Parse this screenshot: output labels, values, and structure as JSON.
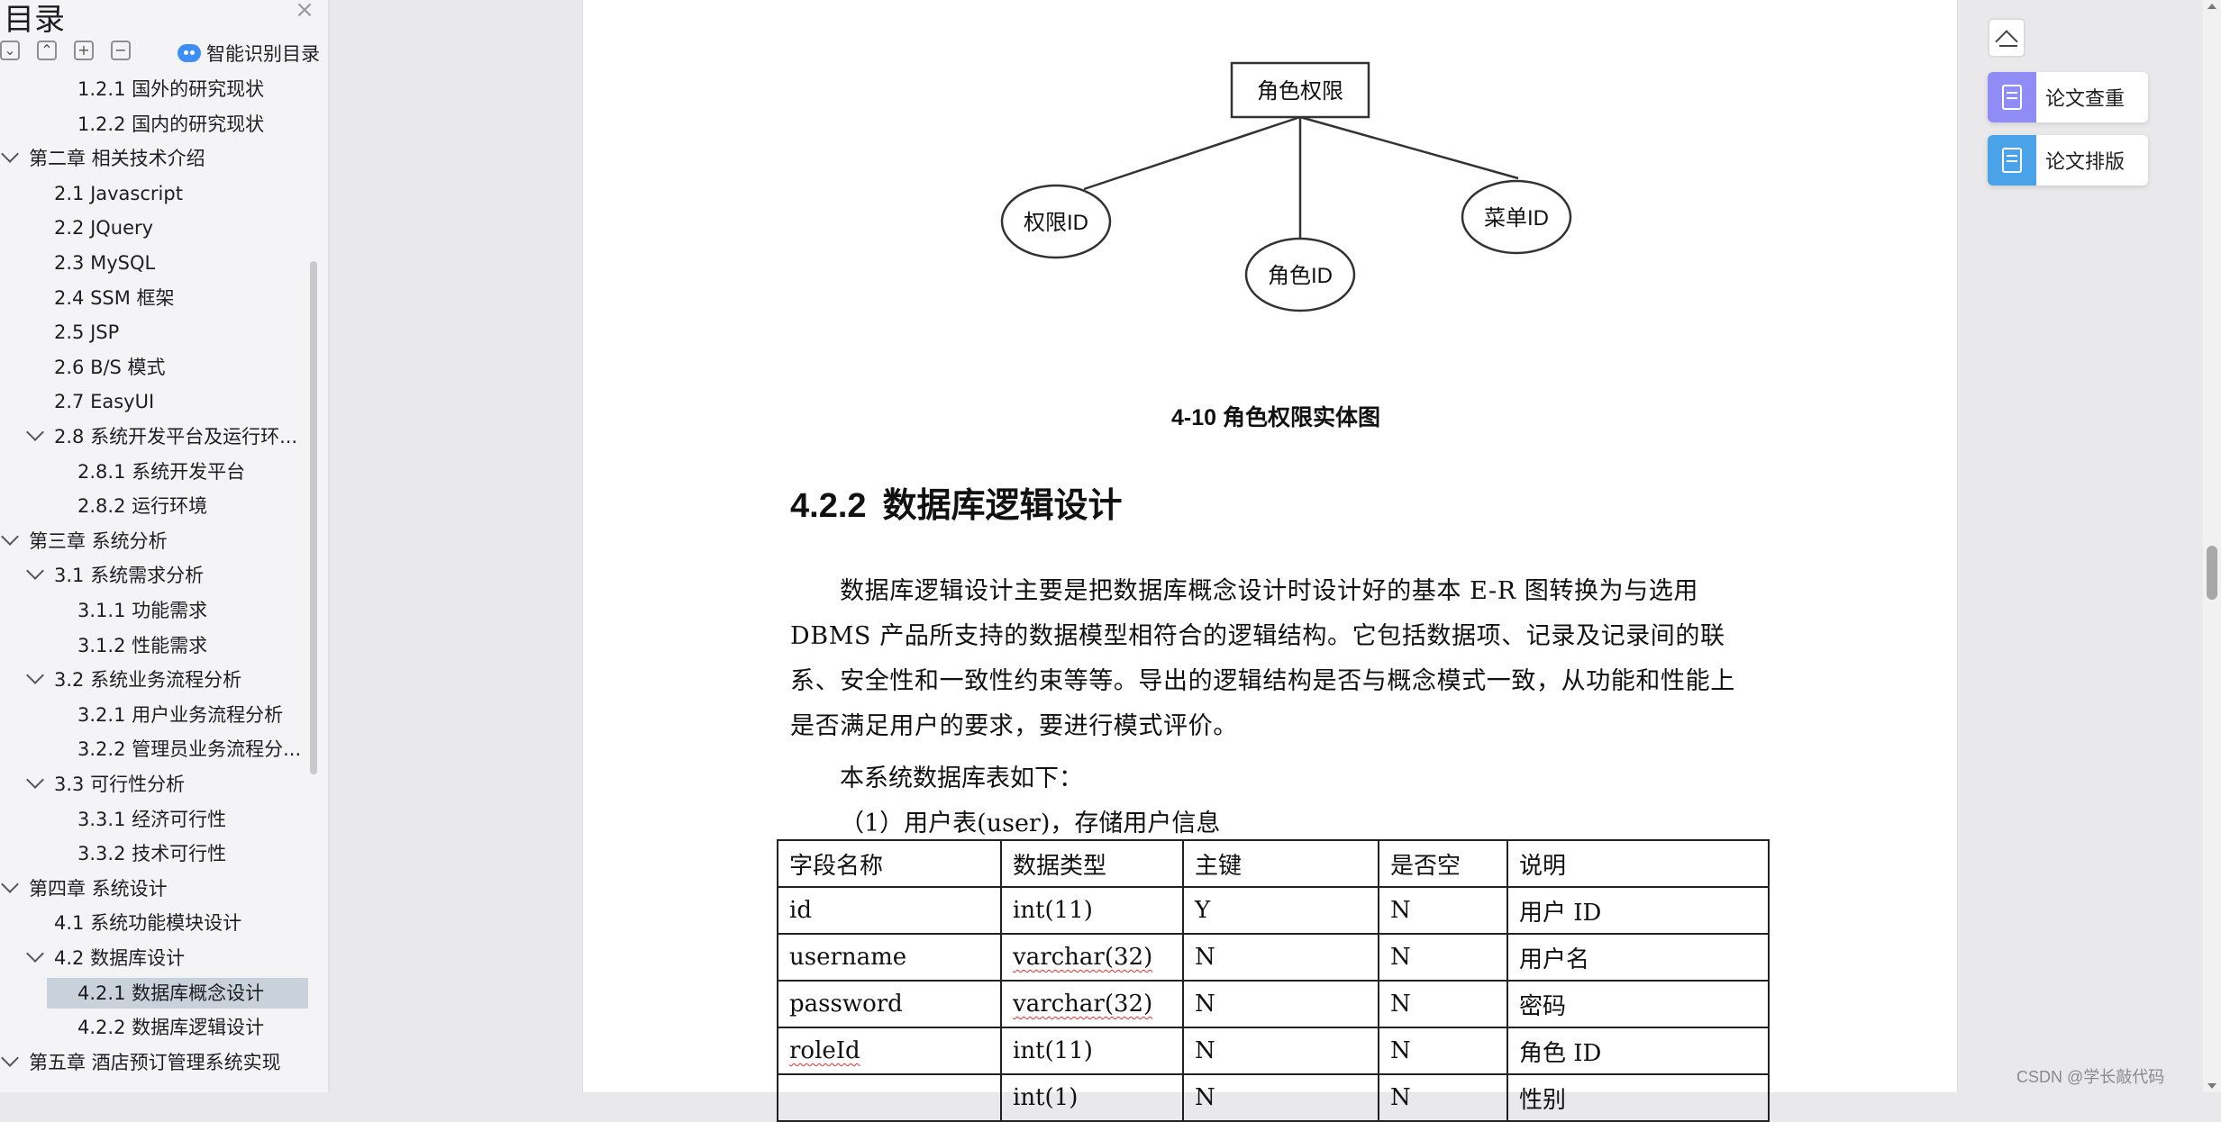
{
  "toc": {
    "title": "目录",
    "smart_label": "智能识别目录",
    "tools": [
      {
        "name": "collapse-all-icon",
        "glyph": "⌄"
      },
      {
        "name": "expand-up-icon",
        "glyph": "⌃"
      },
      {
        "name": "add-icon",
        "glyph": "+"
      },
      {
        "name": "minus-icon",
        "glyph": "−"
      }
    ],
    "items": [
      {
        "label": "1.2.1  国外的研究现状",
        "level": 2,
        "chevron": false,
        "active": false
      },
      {
        "label": "1.2.2  国内的研究现状",
        "level": 2,
        "chevron": false,
        "active": false
      },
      {
        "label": "第二章  相关技术介绍",
        "level": 0,
        "chevron": true,
        "active": false
      },
      {
        "label": "2.1 Javascript",
        "level": 1,
        "chevron": false,
        "active": false
      },
      {
        "label": "2.2 JQuery",
        "level": 1,
        "chevron": false,
        "active": false
      },
      {
        "label": "2.3 MySQL",
        "level": 1,
        "chevron": false,
        "active": false
      },
      {
        "label": "2.4 SSM 框架",
        "level": 1,
        "chevron": false,
        "active": false
      },
      {
        "label": "2.5 JSP",
        "level": 1,
        "chevron": false,
        "active": false
      },
      {
        "label": "2.6 B/S 模式",
        "level": 1,
        "chevron": false,
        "active": false
      },
      {
        "label": "2.7 EasyUI",
        "level": 1,
        "chevron": false,
        "active": false
      },
      {
        "label": "2.8  系统开发平台及运行环...",
        "level": 1,
        "chevron": true,
        "active": false
      },
      {
        "label": "2.8.1  系统开发平台",
        "level": 2,
        "chevron": false,
        "active": false
      },
      {
        "label": "2.8.2  运行环境",
        "level": 2,
        "chevron": false,
        "active": false
      },
      {
        "label": "第三章  系统分析",
        "level": 0,
        "chevron": true,
        "active": false
      },
      {
        "label": "3.1  系统需求分析",
        "level": 1,
        "chevron": true,
        "active": false
      },
      {
        "label": "3.1.1  功能需求",
        "level": 2,
        "chevron": false,
        "active": false
      },
      {
        "label": "3.1.2  性能需求",
        "level": 2,
        "chevron": false,
        "active": false
      },
      {
        "label": "3.2  系统业务流程分析",
        "level": 1,
        "chevron": true,
        "active": false
      },
      {
        "label": "3.2.1  用户业务流程分析",
        "level": 2,
        "chevron": false,
        "active": false
      },
      {
        "label": "3.2.2  管理员业务流程分...",
        "level": 2,
        "chevron": false,
        "active": false
      },
      {
        "label": "3.3  可行性分析",
        "level": 1,
        "chevron": true,
        "active": false
      },
      {
        "label": "3.3.1  经济可行性",
        "level": 2,
        "chevron": false,
        "active": false
      },
      {
        "label": "3.3.2  技术可行性",
        "level": 2,
        "chevron": false,
        "active": false
      },
      {
        "label": "第四章  系统设计",
        "level": 0,
        "chevron": true,
        "active": false
      },
      {
        "label": "4.1  系统功能模块设计",
        "level": 1,
        "chevron": false,
        "active": false
      },
      {
        "label": "4.2  数据库设计",
        "level": 1,
        "chevron": true,
        "active": false
      },
      {
        "label": "4.2.1  数据库概念设计",
        "level": 2,
        "chevron": false,
        "active": true
      },
      {
        "label": "4.2.2  数据库逻辑设计",
        "level": 2,
        "chevron": false,
        "active": false
      },
      {
        "label": "第五章  酒店预订管理系统实现",
        "level": 0,
        "chevron": true,
        "active": false
      }
    ]
  },
  "diagram": {
    "entity": "角色权限",
    "attributes": [
      "权限ID",
      "角色ID",
      "菜单ID"
    ]
  },
  "figure_caption": "4-10  角色权限实体图",
  "section": {
    "number": "4.2.2",
    "title": "数据库逻辑设计"
  },
  "paragraph": "数据库逻辑设计主要是把数据库概念设计时设计好的基本 E-R 图转换为与选用 DBMS 产品所支持的数据模型相符合的逻辑结构。它包括数据项、记录及记录间的联系、安全性和一致性约束等等。导出的逻辑结构是否与概念模式一致，从功能和性能上是否满足用户的要求，要进行模式评价。",
  "intro_line": "本系统数据库表如下：",
  "table_caption": "（1）用户表(user)，存储用户信息",
  "table": {
    "headers": [
      "字段名称",
      "数据类型",
      "主键",
      "是否空",
      "说明"
    ],
    "rows": [
      [
        "id",
        "int(11)",
        "Y",
        "N",
        "用户 ID"
      ],
      [
        "username",
        "varchar(32)",
        "N",
        "N",
        "用户名"
      ],
      [
        "password",
        "varchar(32)",
        "N",
        "N",
        "密码"
      ],
      [
        "roleId",
        "int(11)",
        "N",
        "N",
        "角色 ID"
      ],
      [
        "",
        "int(1)",
        "N",
        "N",
        "性别"
      ]
    ]
  },
  "side_buttons": [
    {
      "label": "论文查重",
      "color": "#8f8cf5",
      "icon": "doc-search-icon"
    },
    {
      "label": "论文排版",
      "color": "#4aa3e8",
      "icon": "doc-format-icon"
    }
  ],
  "watermark": "CSDN @学长敲代码"
}
